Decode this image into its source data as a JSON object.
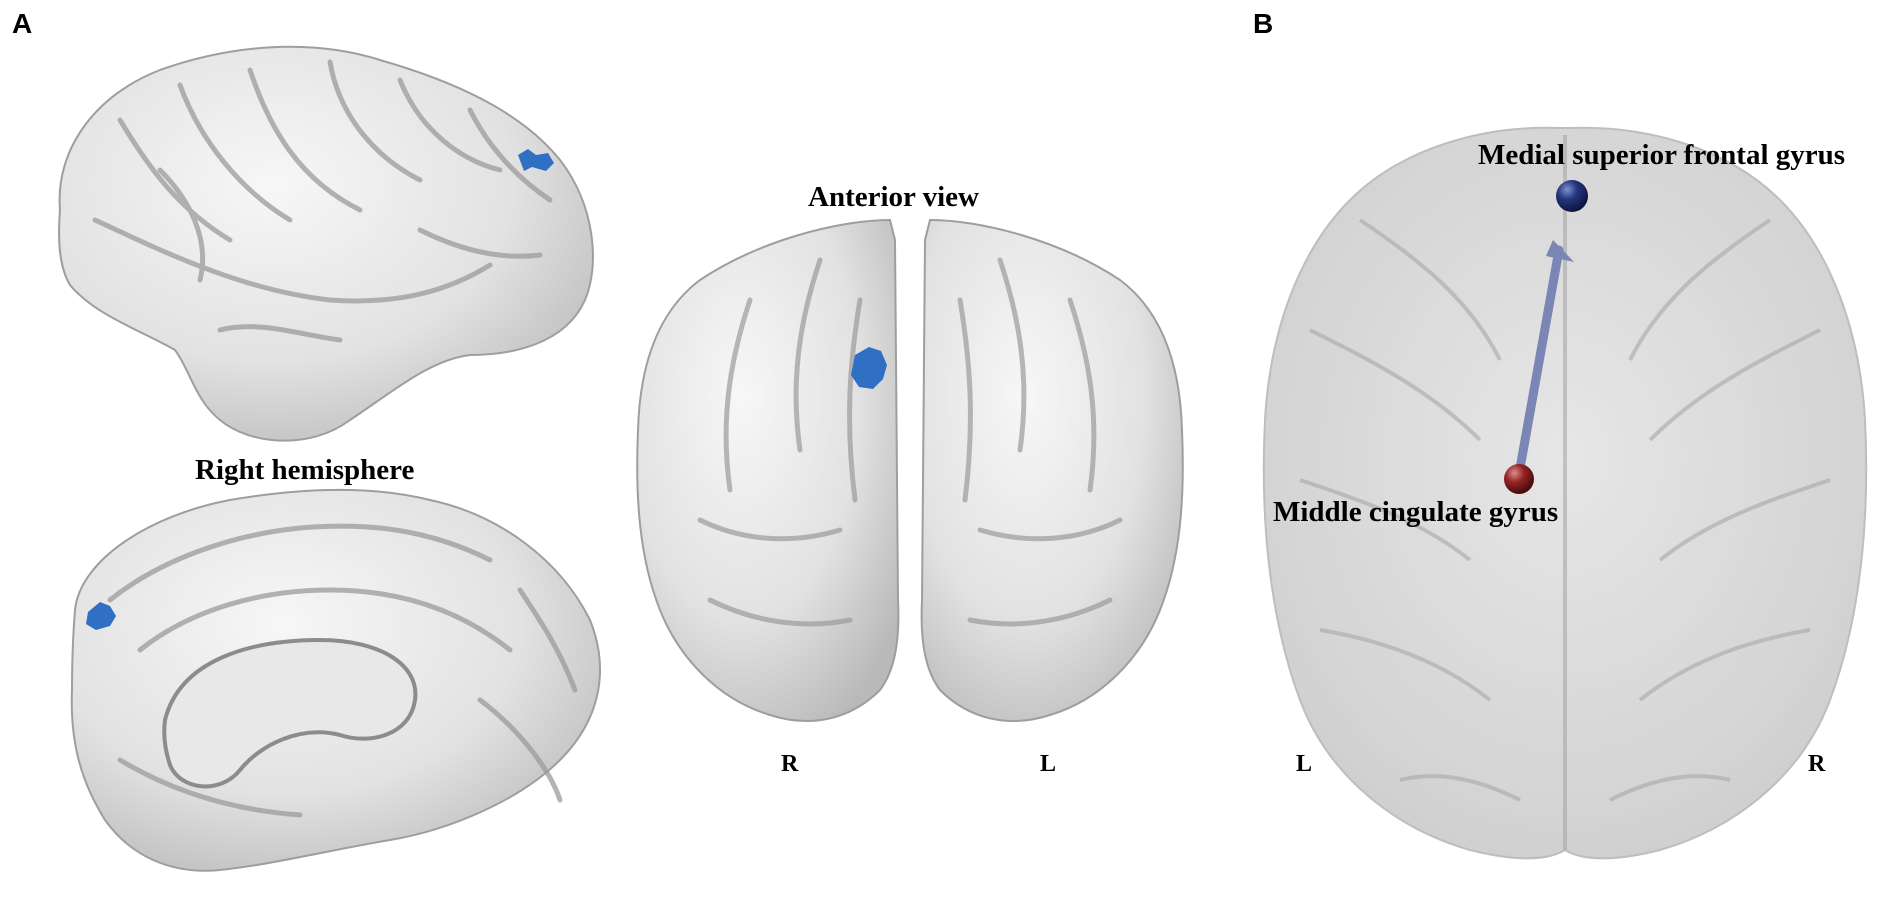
{
  "panels": {
    "a": {
      "letter": "A",
      "top_left_view_label": "Right hemisphere",
      "anterior_view_label": "Anterior view",
      "side_right": "R",
      "side_left": "L"
    },
    "b": {
      "letter": "B",
      "node_top_label": "Medial superior frontal gyrus",
      "node_bottom_label": "Middle cingulate gyrus",
      "side_left": "L",
      "side_right": "R"
    }
  },
  "colors": {
    "brain_surface": "#e6e6e6",
    "sulci": "#a9a9a9",
    "activation_cluster": "#2f6fc4",
    "glass_brain": "#cfcfcf",
    "node_top": "#1a2766",
    "node_bottom": "#8a1d1d",
    "edge_arrow": "#7a86b4"
  }
}
